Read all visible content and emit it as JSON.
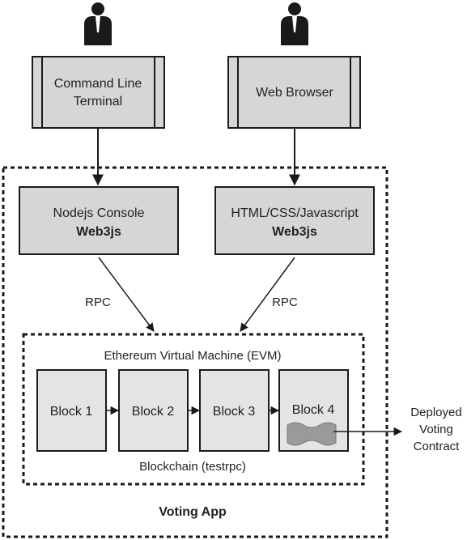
{
  "users": [
    {
      "icon": "person-icon"
    },
    {
      "icon": "person-icon"
    }
  ],
  "clients": {
    "terminal": {
      "line1": "Command Line",
      "line2": "Terminal"
    },
    "browser": {
      "line1": "Web Browser"
    }
  },
  "consoles": {
    "node": {
      "line1": "Nodejs Console",
      "line2": "Web3js"
    },
    "html": {
      "line1": "HTML/CSS/Javascript",
      "line2": "Web3js"
    }
  },
  "rpc_left": "RPC",
  "rpc_right": "RPC",
  "evm": {
    "title": "Ethereum Virtual Machine (EVM)",
    "footer": "Blockchain (testrpc)"
  },
  "blocks": [
    "Block 1",
    "Block 2",
    "Block 3",
    "Block 4"
  ],
  "contract": {
    "line1": "Deployed",
    "line2": "Voting",
    "line3": "Contract"
  },
  "app_label": "Voting App",
  "colors": {
    "box_fill": "#d6d6d6",
    "block_fill": "#e4e4e4",
    "stroke": "#1a1a1a",
    "contract_fill": "#9a9a9a"
  }
}
